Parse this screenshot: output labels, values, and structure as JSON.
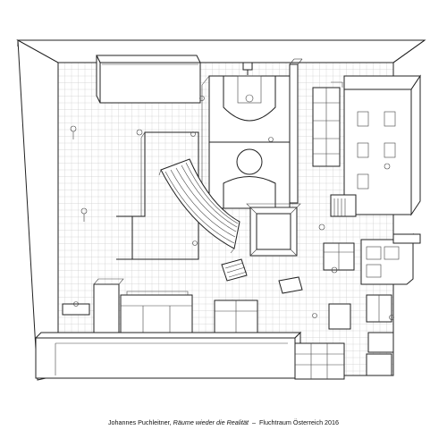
{
  "caption": {
    "author": "Johannes Puchleitner,",
    "title": "Räume wieder die Realität",
    "separator": "–",
    "project": "Fluchtraum Österreich 2016"
  }
}
